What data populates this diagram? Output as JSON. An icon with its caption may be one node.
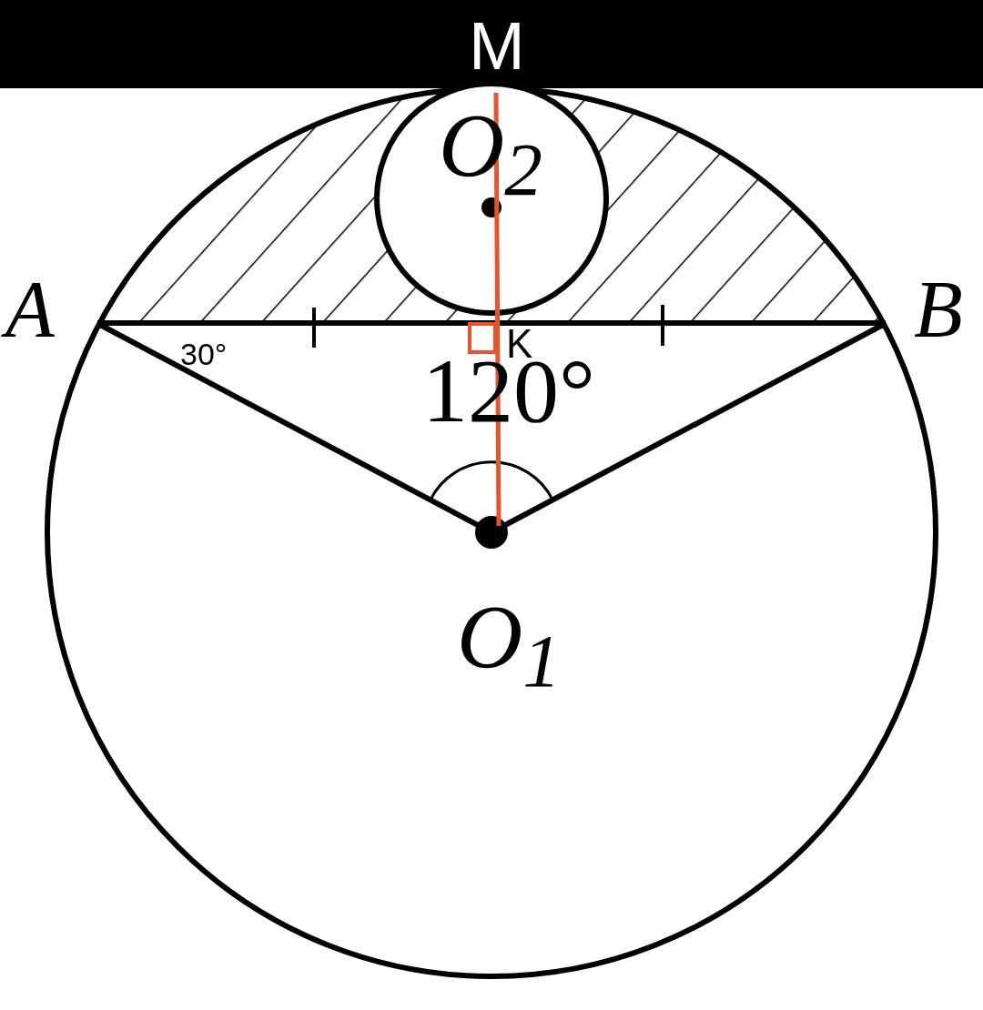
{
  "diagram": {
    "labels": [
      "M",
      "O$_{2}$",
      "A",
      "B",
      "30°",
      "K",
      "120°",
      "O$_{1}$"
    ]
  }
}
